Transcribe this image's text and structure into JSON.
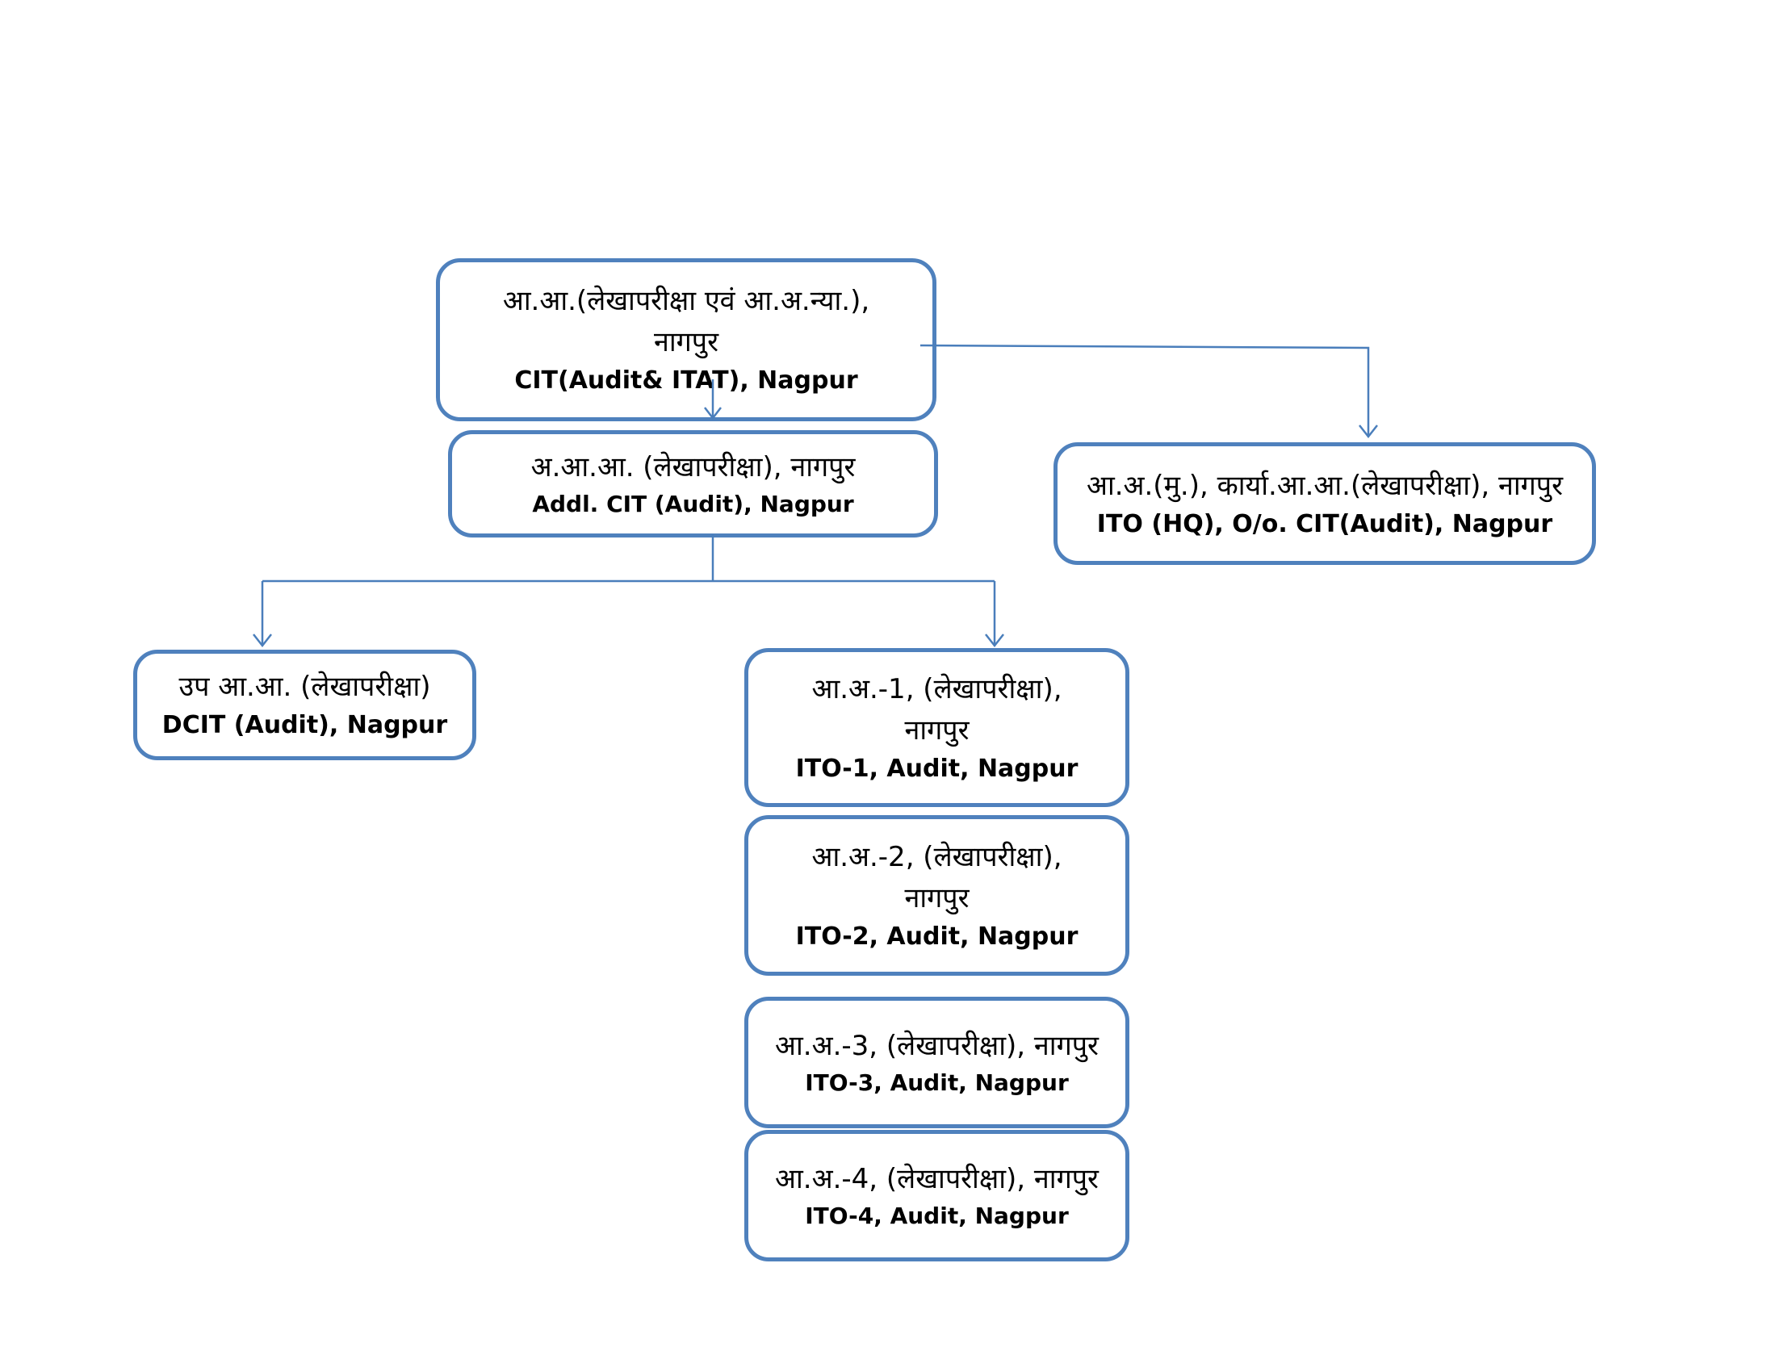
{
  "nodes": {
    "cit": {
      "hindi_line1": "आ.आ.(लेखापरीक्षा एवं आ.अ.न्या.),",
      "hindi_line2": "नागपुर",
      "english": "CIT(Audit& ITAT), Nagpur"
    },
    "addl_cit": {
      "hindi": "अ.आ.आ. (लेखापरीक्षा), नागपुर",
      "english": "Addl. CIT (Audit), Nagpur"
    },
    "ito_hq": {
      "hindi": "आ.अ.(मु.), कार्या.आ.आ.(लेखापरीक्षा), नागपुर",
      "english": "ITO (HQ), O/o. CIT(Audit), Nagpur"
    },
    "dcit": {
      "hindi": "उप आ.आ. (लेखापरीक्षा)",
      "english": "DCIT (Audit), Nagpur"
    },
    "ito1": {
      "hindi_line1": "आ.अ.-1, (लेखापरीक्षा),",
      "hindi_line2": "नागपुर",
      "english": "ITO-1, Audit, Nagpur"
    },
    "ito2": {
      "hindi_line1": "आ.अ.-2, (लेखापरीक्षा),",
      "hindi_line2": "नागपुर",
      "english": "ITO-2, Audit, Nagpur"
    },
    "ito3": {
      "hindi": "आ.अ.-3, (लेखापरीक्षा), नागपुर",
      "english": "ITO-3, Audit, Nagpur"
    },
    "ito4": {
      "hindi": "आ.अ.-4, (लेखापरीक्षा), नागपुर",
      "english": "ITO-4, Audit, Nagpur"
    }
  },
  "colors": {
    "box_border": "#4f81bd",
    "connector": "#4a7ebb",
    "background": "#ffffff",
    "text": "#000000"
  }
}
